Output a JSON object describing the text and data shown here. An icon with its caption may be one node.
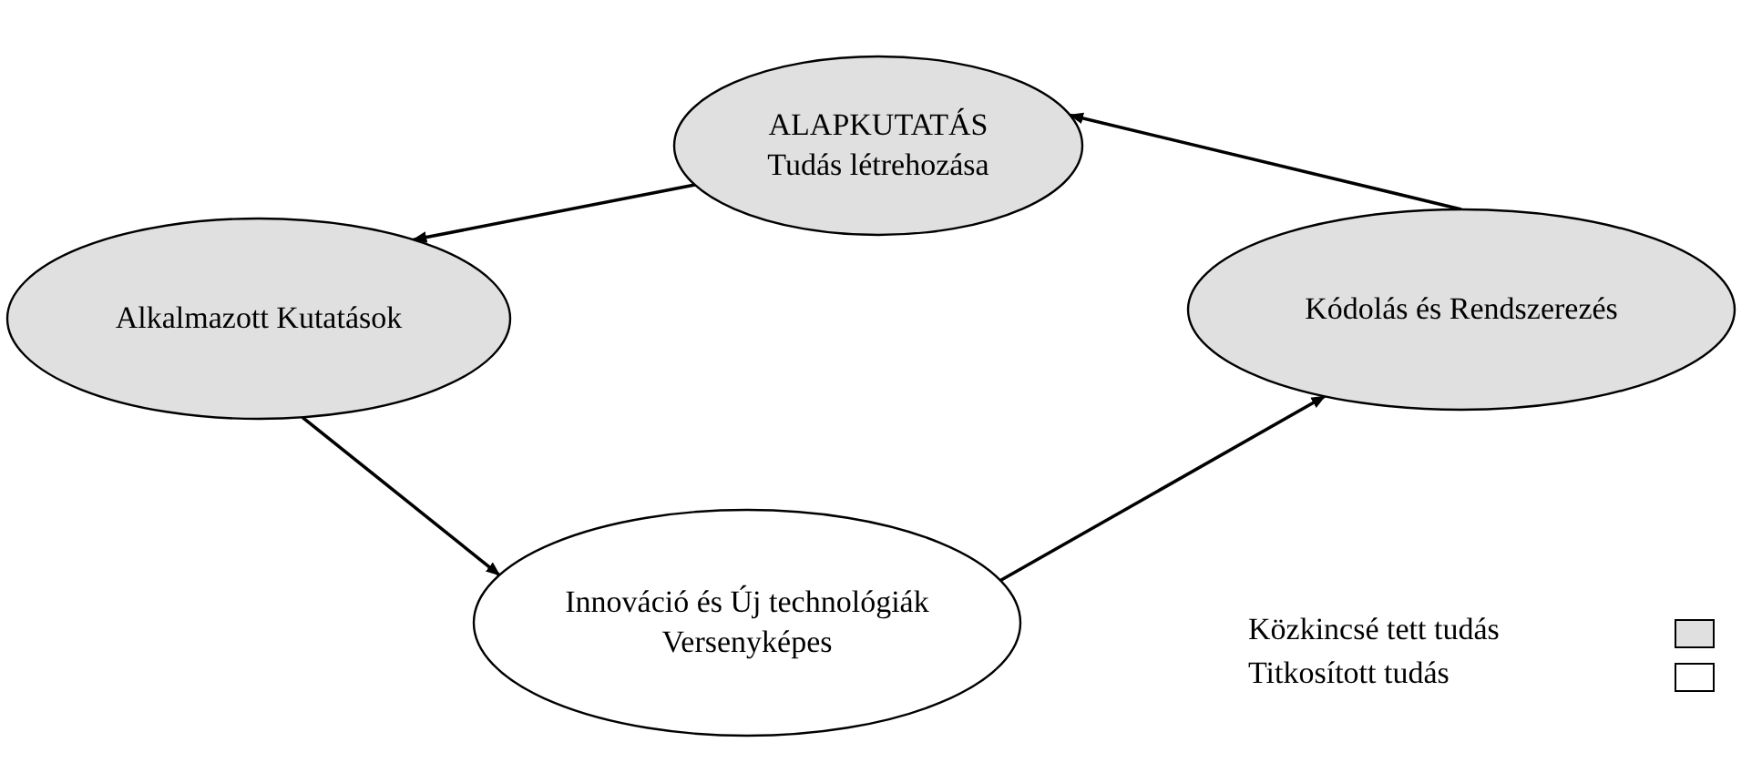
{
  "diagram": {
    "nodes": [
      {
        "text": [
          "ALAPKUTATÁS",
          "Tudás létrehozása"
        ]
      },
      {
        "text": [
          "Alkalmazott Kutatások"
        ]
      },
      {
        "text": [
          "Innováció és Új technológiák",
          "Versenyképes"
        ]
      },
      {
        "text": [
          "Kódolás és Rendszerezés"
        ]
      }
    ],
    "edges": [
      {
        "from": 0,
        "to": 1,
        "arrow": "to"
      },
      {
        "from": 1,
        "to": 2,
        "arrow": "to"
      },
      {
        "from": 2,
        "to": 3,
        "arrow": "to"
      },
      {
        "from": 3,
        "to": 0,
        "arrow": "to"
      }
    ],
    "legend": [
      {
        "text": "Közkincsé tett tudás",
        "color": "#e0e0e0"
      },
      {
        "text": "Titkosított tudás",
        "color": "#ffffff"
      }
    ]
  }
}
